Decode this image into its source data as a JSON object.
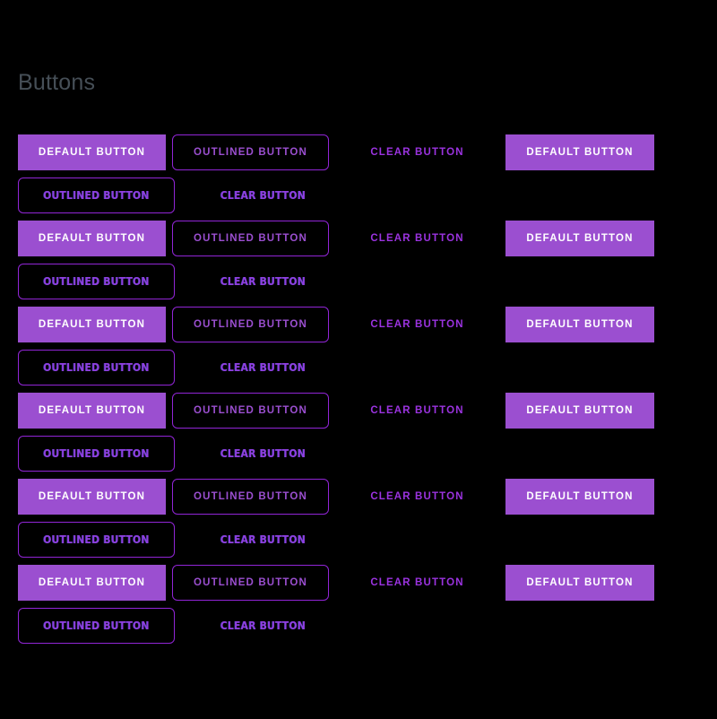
{
  "page": {
    "title": "Buttons",
    "background_color": "#000000",
    "title_color": "#464f57"
  },
  "theme": {
    "accent": "#9b4fd0",
    "outline_border": "#9125d6",
    "clear_text": "#9b33e0",
    "default_label_color": "#ffffff",
    "condensed_text": "#8f3fe0"
  },
  "labels": {
    "default": "DEFAULT BUTTON",
    "outlined": "OUTLINED BUTTON",
    "clear": "CLEAR BUTTON"
  },
  "rows": [
    {
      "variant": "regular",
      "buttons": [
        {
          "type": "default",
          "label": "DEFAULT BUTTON"
        },
        {
          "type": "outlined",
          "label": "OUTLINED BUTTON"
        },
        {
          "type": "clear",
          "label": "CLEAR BUTTON"
        },
        {
          "type": "default",
          "label": "DEFAULT BUTTON"
        }
      ]
    },
    {
      "variant": "condensed",
      "buttons": [
        {
          "type": "outlined",
          "label": "OUTLINED BUTTON"
        },
        {
          "type": "clear",
          "label": "CLEAR BUTTON"
        }
      ]
    },
    {
      "variant": "regular",
      "buttons": [
        {
          "type": "default",
          "label": "DEFAULT BUTTON"
        },
        {
          "type": "outlined",
          "label": "OUTLINED BUTTON"
        },
        {
          "type": "clear",
          "label": "CLEAR BUTTON"
        },
        {
          "type": "default",
          "label": "DEFAULT BUTTON"
        }
      ]
    },
    {
      "variant": "condensed",
      "buttons": [
        {
          "type": "outlined",
          "label": "OUTLINED BUTTON"
        },
        {
          "type": "clear",
          "label": "CLEAR BUTTON"
        }
      ]
    },
    {
      "variant": "regular",
      "buttons": [
        {
          "type": "default",
          "label": "DEFAULT BUTTON"
        },
        {
          "type": "outlined",
          "label": "OUTLINED BUTTON"
        },
        {
          "type": "clear",
          "label": "CLEAR BUTTON"
        },
        {
          "type": "default",
          "label": "DEFAULT BUTTON"
        }
      ]
    },
    {
      "variant": "condensed",
      "buttons": [
        {
          "type": "outlined",
          "label": "OUTLINED BUTTON"
        },
        {
          "type": "clear",
          "label": "CLEAR BUTTON"
        }
      ]
    },
    {
      "variant": "regular",
      "buttons": [
        {
          "type": "default",
          "label": "DEFAULT BUTTON"
        },
        {
          "type": "outlined",
          "label": "OUTLINED BUTTON"
        },
        {
          "type": "clear",
          "label": "CLEAR BUTTON"
        },
        {
          "type": "default",
          "label": "DEFAULT BUTTON"
        }
      ]
    },
    {
      "variant": "condensed",
      "buttons": [
        {
          "type": "outlined",
          "label": "OUTLINED BUTTON"
        },
        {
          "type": "clear",
          "label": "CLEAR BUTTON"
        }
      ]
    },
    {
      "variant": "regular",
      "buttons": [
        {
          "type": "default",
          "label": "DEFAULT BUTTON"
        },
        {
          "type": "outlined",
          "label": "OUTLINED BUTTON"
        },
        {
          "type": "clear",
          "label": "CLEAR BUTTON"
        },
        {
          "type": "default",
          "label": "DEFAULT BUTTON"
        }
      ]
    },
    {
      "variant": "condensed",
      "buttons": [
        {
          "type": "outlined",
          "label": "OUTLINED BUTTON"
        },
        {
          "type": "clear",
          "label": "CLEAR BUTTON"
        }
      ]
    },
    {
      "variant": "regular",
      "buttons": [
        {
          "type": "default",
          "label": "DEFAULT BUTTON"
        },
        {
          "type": "outlined",
          "label": "OUTLINED BUTTON"
        },
        {
          "type": "clear",
          "label": "CLEAR BUTTON"
        },
        {
          "type": "default",
          "label": "DEFAULT BUTTON"
        }
      ]
    },
    {
      "variant": "condensed",
      "buttons": [
        {
          "type": "outlined",
          "label": "OUTLINED BUTTON"
        },
        {
          "type": "clear",
          "label": "CLEAR BUTTON"
        }
      ]
    }
  ]
}
